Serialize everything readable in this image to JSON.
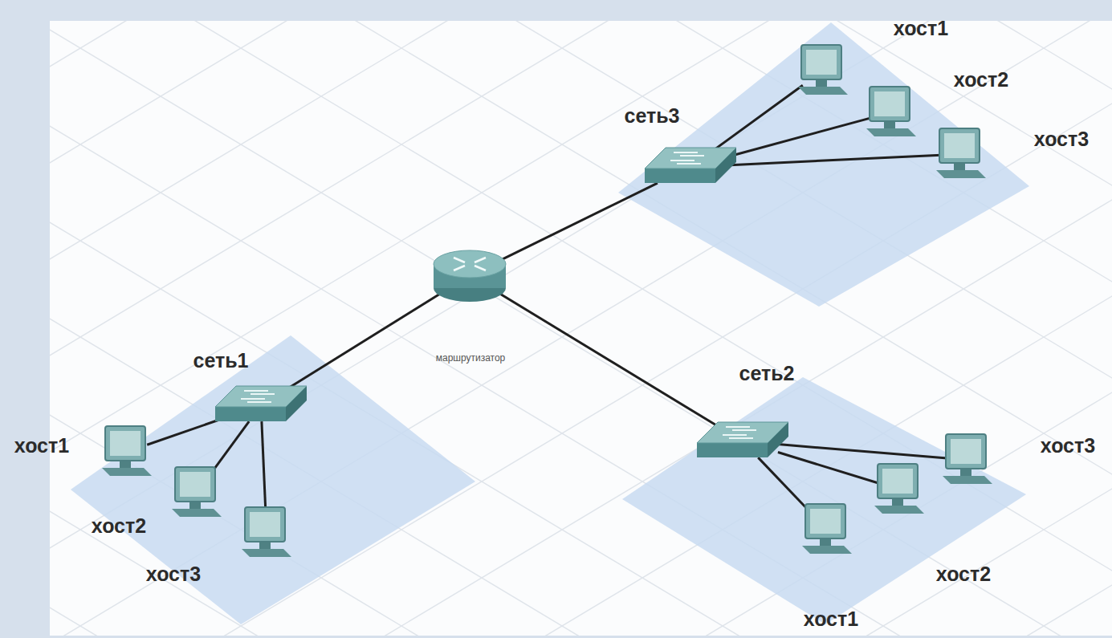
{
  "diagram": {
    "nodes": [
      {
        "text": [
          "сеть3"
        ]
      },
      {
        "text": [
          "хост1"
        ]
      },
      {
        "text": [
          "хост2"
        ]
      },
      {
        "text": [
          "хост3"
        ]
      },
      {
        "text": [
          "маршрутизатор"
        ]
      },
      {
        "text": [
          "сеть1"
        ]
      },
      {
        "text": [
          "хост1"
        ]
      },
      {
        "text": [
          "хост2"
        ]
      },
      {
        "text": [
          "хост3"
        ]
      },
      {
        "text": [
          "сеть2"
        ]
      },
      {
        "text": [
          "хост3"
        ]
      },
      {
        "text": [
          "хост2"
        ]
      },
      {
        "text": [
          "хост1"
        ]
      }
    ],
    "edges": [
      {
        "from": 4,
        "to": 0,
        "arrow": "none"
      },
      {
        "from": 4,
        "to": 5,
        "arrow": "none"
      },
      {
        "from": 4,
        "to": 9,
        "arrow": "none"
      },
      {
        "from": 0,
        "to": 1,
        "arrow": "none"
      },
      {
        "from": 0,
        "to": 2,
        "arrow": "none"
      },
      {
        "from": 0,
        "to": 3,
        "arrow": "none"
      },
      {
        "from": 5,
        "to": 6,
        "arrow": "none"
      },
      {
        "from": 5,
        "to": 7,
        "arrow": "none"
      },
      {
        "from": 5,
        "to": 8,
        "arrow": "none"
      },
      {
        "from": 9,
        "to": 10,
        "arrow": "none"
      },
      {
        "from": 9,
        "to": 11,
        "arrow": "none"
      },
      {
        "from": 9,
        "to": 12,
        "arrow": "none"
      }
    ]
  }
}
